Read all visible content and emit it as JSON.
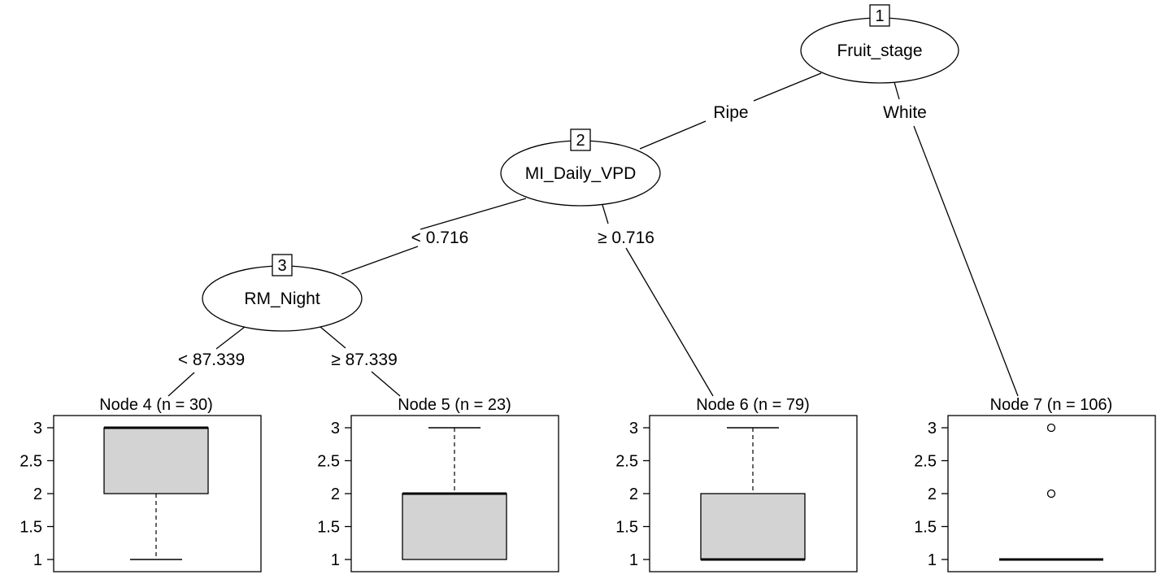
{
  "tree": {
    "inner_nodes": [
      {
        "id": "1",
        "variable": "Fruit_stage"
      },
      {
        "id": "2",
        "variable": "MI_Daily_VPD"
      },
      {
        "id": "3",
        "variable": "RM_Night"
      }
    ],
    "edges": [
      {
        "from": "1",
        "to": "2",
        "label": "Ripe"
      },
      {
        "from": "1",
        "to": "7",
        "label": "White"
      },
      {
        "from": "2",
        "to": "3",
        "label": "< 0.716"
      },
      {
        "from": "2",
        "to": "6",
        "label": "≥ 0.716"
      },
      {
        "from": "3",
        "to": "4",
        "label": "< 87.339"
      },
      {
        "from": "3",
        "to": "5",
        "label": "≥ 87.339"
      }
    ]
  },
  "chart_data": {
    "type": "boxplot",
    "y_ticks": [
      "1",
      "1.5",
      "2",
      "2.5",
      "3"
    ],
    "ylim": [
      1,
      3
    ],
    "panels": [
      {
        "node": "4",
        "title": "Node 4 (n = 30)",
        "lower_whisker": 1,
        "q1": 2,
        "median": 3,
        "q3": 3,
        "upper_whisker": 3,
        "outliers": []
      },
      {
        "node": "5",
        "title": "Node 5 (n = 23)",
        "lower_whisker": 1,
        "q1": 1,
        "median": 2,
        "q3": 2,
        "upper_whisker": 3,
        "outliers": []
      },
      {
        "node": "6",
        "title": "Node 6 (n = 79)",
        "lower_whisker": 1,
        "q1": 1,
        "median": 1,
        "q3": 2,
        "upper_whisker": 3,
        "outliers": []
      },
      {
        "node": "7",
        "title": "Node 7 (n = 106)",
        "lower_whisker": 1,
        "q1": 1,
        "median": 1,
        "q3": 1,
        "upper_whisker": 1,
        "outliers": [
          2,
          3
        ]
      }
    ]
  },
  "colors": {
    "box_fill": "#d3d3d3",
    "line": "#000000"
  }
}
